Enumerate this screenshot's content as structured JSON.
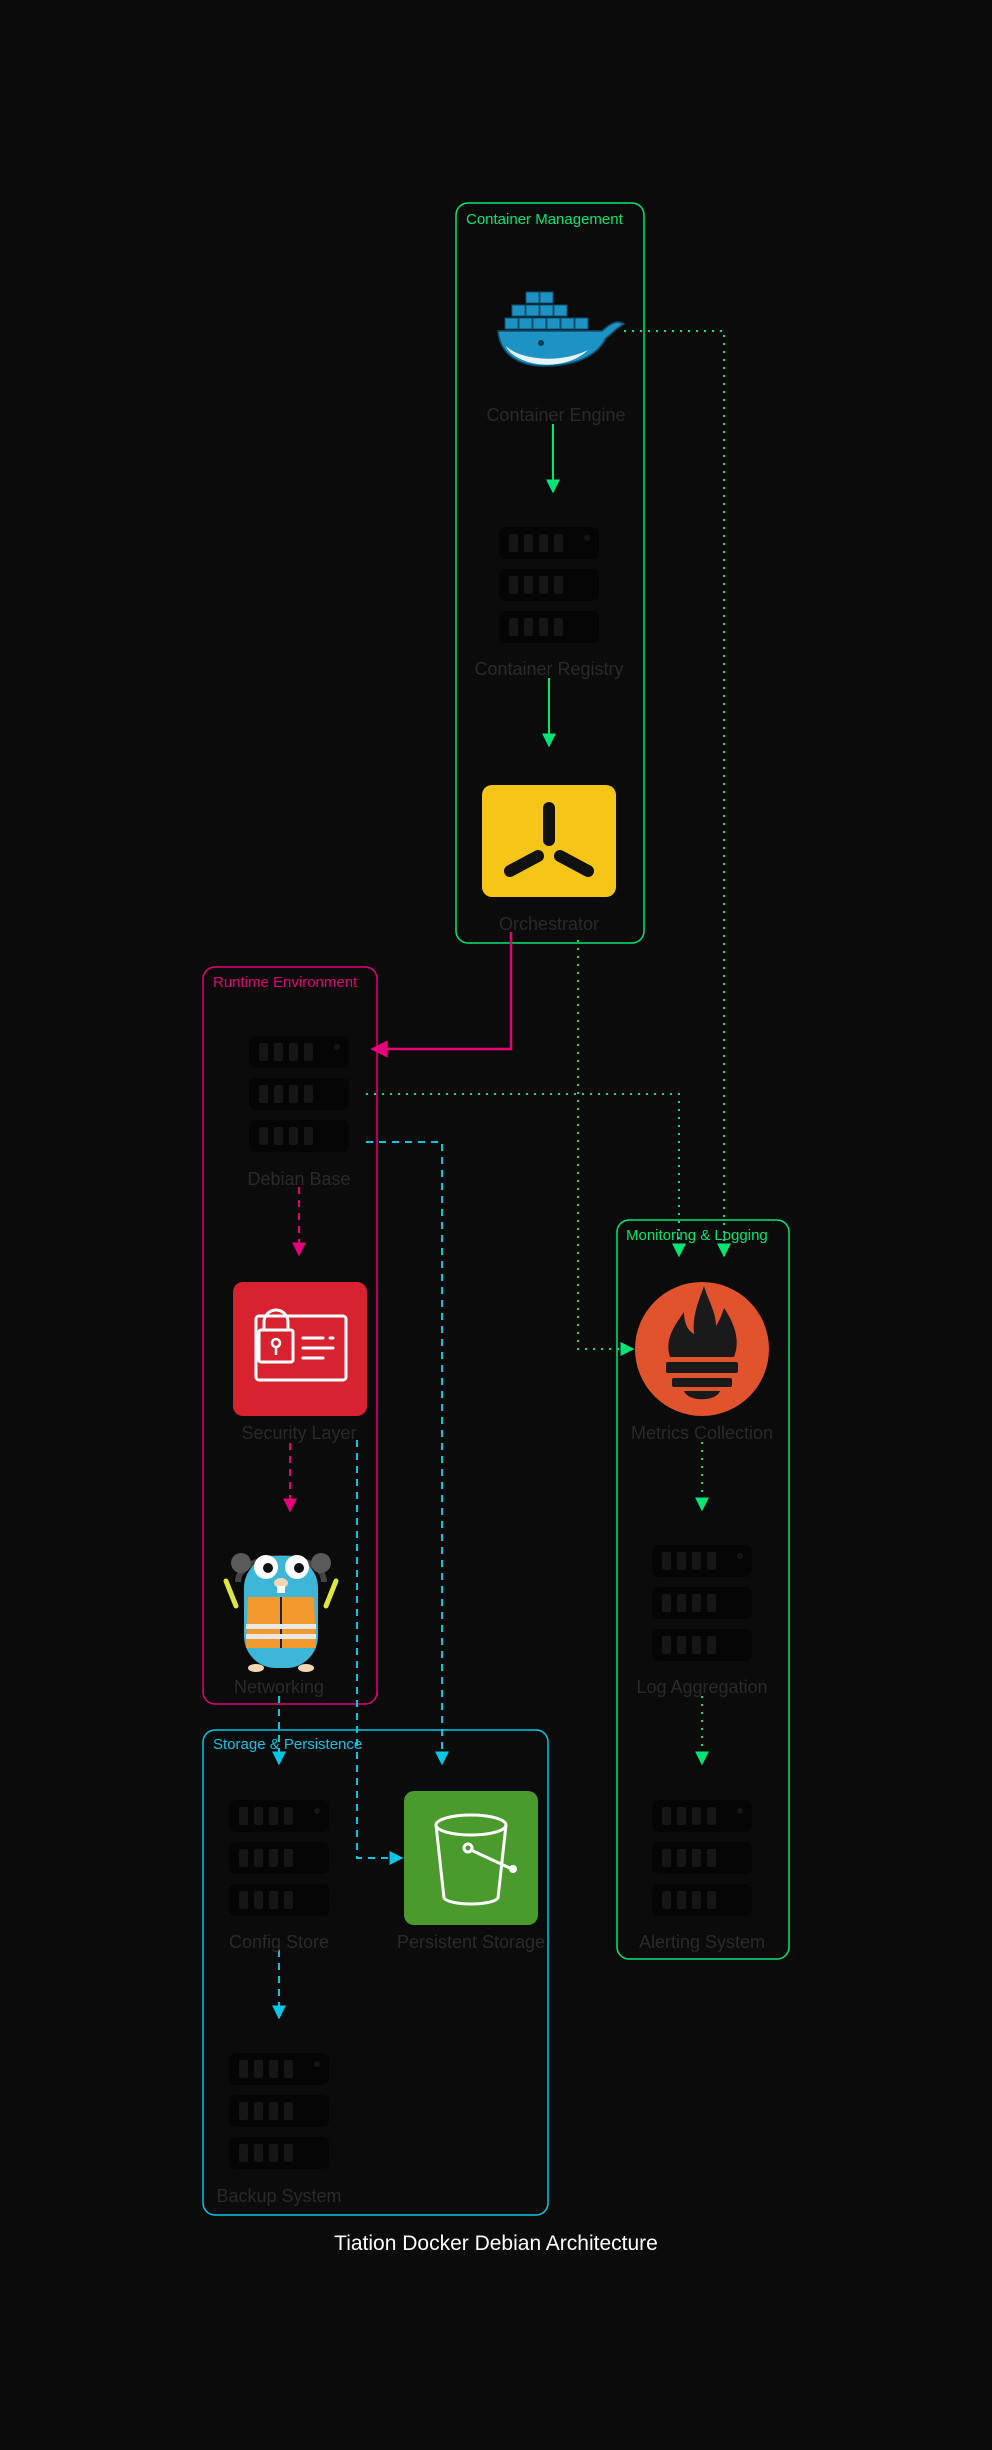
{
  "title": "Tiation Docker Debian Architecture",
  "colors": {
    "background": "#0b0b0b",
    "container_management": "#00e676",
    "runtime_environment": "#e6007a",
    "storage_persistence": "#00c8e6",
    "monitoring_logging": "#00e676",
    "node_label": "#2a2a2a",
    "server_icon": "#050505"
  },
  "clusters": {
    "container_management": {
      "label": "Container Management"
    },
    "runtime_environment": {
      "label": "Runtime Environment"
    },
    "storage_persistence": {
      "label": "Storage & Persistence"
    },
    "monitoring_logging": {
      "label": "Monitoring & Logging"
    }
  },
  "nodes": {
    "container_engine": {
      "label": "Container Engine",
      "icon": "docker-whale-icon"
    },
    "container_registry": {
      "label": "Container Registry",
      "icon": "server-icon"
    },
    "orchestrator": {
      "label": "Orchestrator",
      "icon": "orchestrator-icon"
    },
    "debian_base": {
      "label": "Debian Base",
      "icon": "server-icon"
    },
    "security_layer": {
      "label": "Security Layer",
      "icon": "id-card-lock-icon"
    },
    "networking": {
      "label": "Networking",
      "icon": "gopher-icon"
    },
    "config_store": {
      "label": "Config Store",
      "icon": "server-icon"
    },
    "persistent_storage": {
      "label": "Persistent Storage",
      "icon": "bucket-icon"
    },
    "backup_system": {
      "label": "Backup System",
      "icon": "server-icon"
    },
    "metrics_collection": {
      "label": "Metrics Collection",
      "icon": "prometheus-flame-icon"
    },
    "log_aggregation": {
      "label": "Log Aggregation",
      "icon": "server-icon"
    },
    "alerting_system": {
      "label": "Alerting System",
      "icon": "server-icon"
    }
  },
  "edges": [
    {
      "from": "Container Engine",
      "to": "Container Registry",
      "style": "solid"
    },
    {
      "from": "Container Registry",
      "to": "Orchestrator",
      "style": "solid"
    },
    {
      "from": "Orchestrator",
      "to": "Debian Base",
      "style": "solid"
    },
    {
      "from": "Debian Base",
      "to": "Security Layer",
      "style": "dashed"
    },
    {
      "from": "Security Layer",
      "to": "Networking",
      "style": "dashed"
    },
    {
      "from": "Networking",
      "to": "Config Store",
      "style": "dashed"
    },
    {
      "from": "Config Store",
      "to": "Backup System",
      "style": "dashed"
    },
    {
      "from": "Debian Base",
      "to": "Persistent Storage",
      "style": "dashed"
    },
    {
      "from": "Security Layer",
      "to": "Persistent Storage",
      "style": "dashed"
    },
    {
      "from": "Container Engine",
      "to": "Metrics Collection",
      "style": "dotted"
    },
    {
      "from": "Orchestrator",
      "to": "Metrics Collection",
      "style": "dotted"
    },
    {
      "from": "Debian Base",
      "to": "Metrics Collection",
      "style": "dotted"
    },
    {
      "from": "Metrics Collection",
      "to": "Log Aggregation",
      "style": "dotted"
    },
    {
      "from": "Log Aggregation",
      "to": "Alerting System",
      "style": "dotted"
    }
  ]
}
